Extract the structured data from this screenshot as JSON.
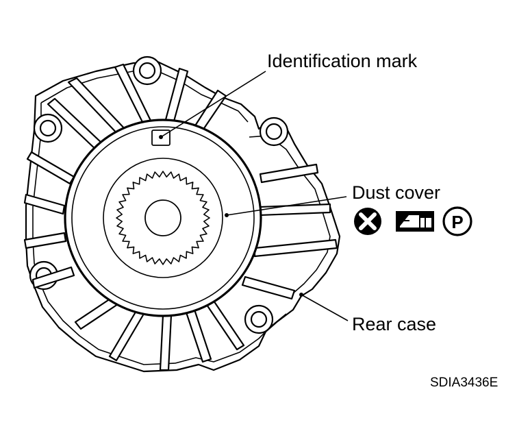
{
  "labels": {
    "identification_mark": "Identification mark",
    "dust_cover": "Dust cover",
    "rear_case": "Rear case"
  },
  "figure_code": "SDIA3436E",
  "symbols": [
    {
      "name": "do-not-reuse-icon",
      "meaning": "X in black circle"
    },
    {
      "name": "sealant-icon",
      "meaning": "applicator symbol"
    },
    {
      "name": "parking-icon",
      "meaning": "P in circle"
    }
  ],
  "colors": {
    "ink": "#000000",
    "paper": "#ffffff"
  }
}
